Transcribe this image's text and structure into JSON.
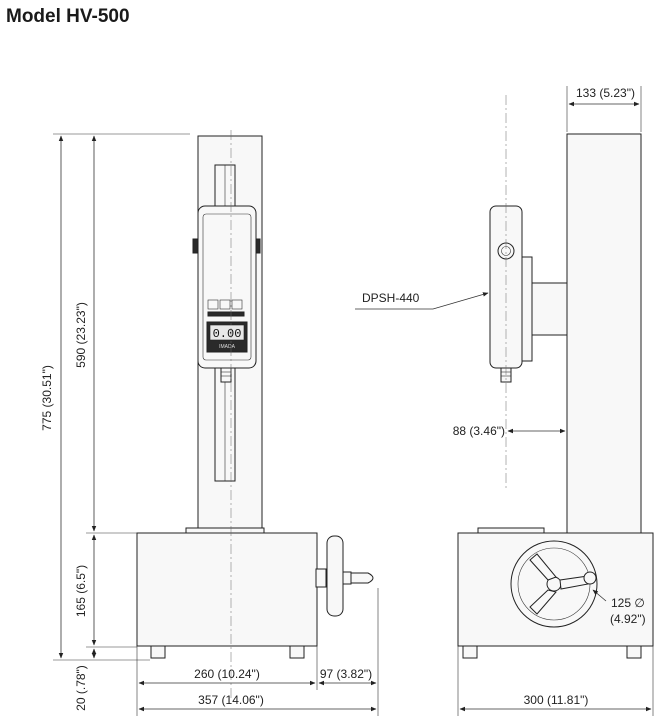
{
  "title": "Model HV-500",
  "labels": {
    "dim_133": "133 (5.23\")",
    "dim_775": "775 (30.51\")",
    "dim_590": "590 (23.23\")",
    "dim_165": "165 (6.5\")",
    "dim_20": "20 (.78\")",
    "dim_260": "260 (10.24\")",
    "dim_97": "97 (3.82\")",
    "dim_357": "357 (14.06\")",
    "dim_300": "300 (11.81\")",
    "dim_88": "88 (3.46\")",
    "dim_125": "125 ∅",
    "dim_125_in": "(4.92\")",
    "model_dpsh": "DPSH-440",
    "gauge_reading": "0.00",
    "gauge_brand": "IMADA"
  },
  "colors": {
    "line": "#222222",
    "fill": "#f8f8f8",
    "display": "#2a2a2a"
  }
}
